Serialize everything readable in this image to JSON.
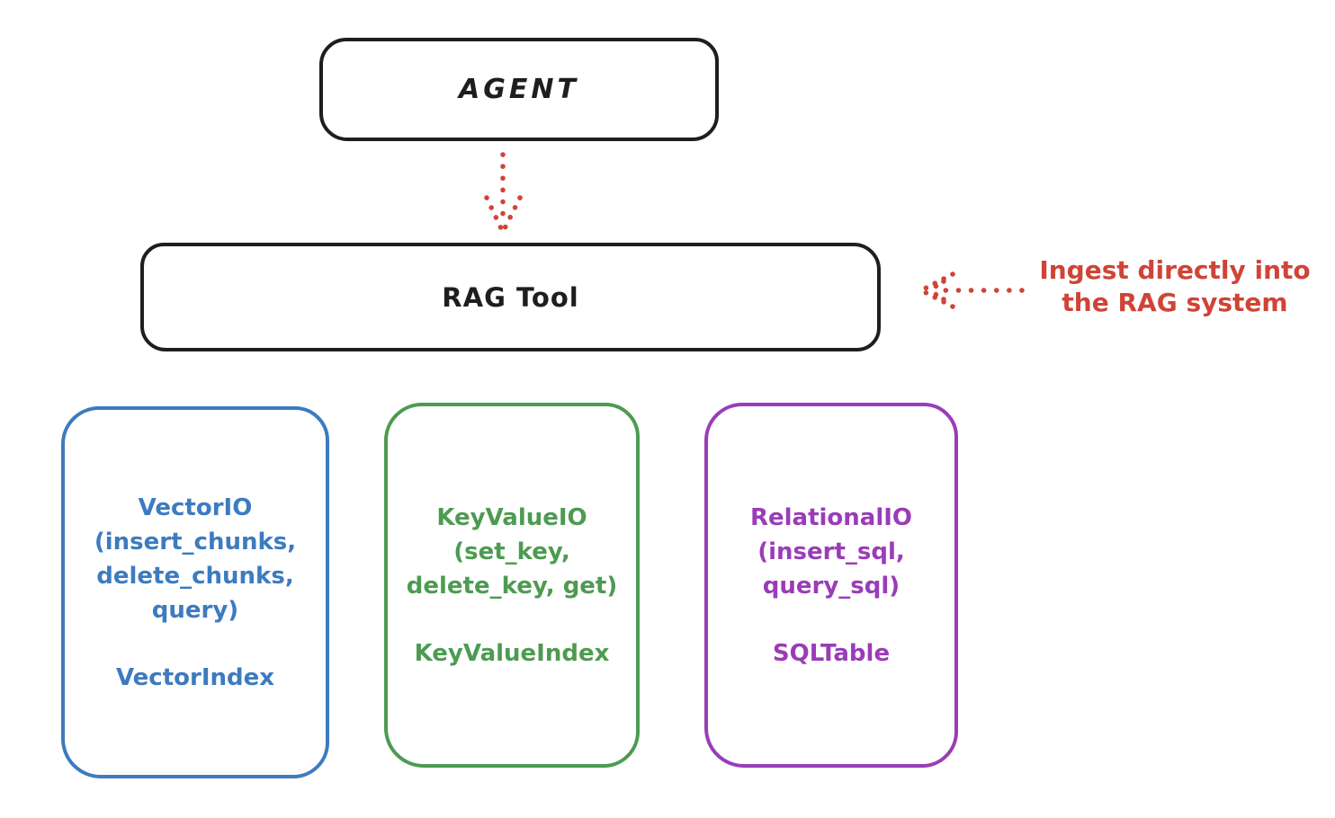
{
  "diagram": {
    "agent_box": {
      "label": "AGENT"
    },
    "rag_tool_box": {
      "label": "RAG Tool"
    },
    "ingest_annotation": {
      "line1": "Ingest directly into",
      "line2": "the RAG system"
    },
    "io_boxes": [
      {
        "name": "vector-io",
        "color": "#3d7bc0",
        "lines": [
          "VectorIO",
          "(insert_chunks,",
          "delete_chunks,",
          "query)"
        ],
        "index_label": "VectorIndex"
      },
      {
        "name": "keyvalue-io",
        "color": "#4d9b51",
        "lines": [
          "KeyValueIO",
          "(set_key,",
          "delete_key, get)"
        ],
        "index_label": "KeyValueIndex"
      },
      {
        "name": "relational-io",
        "color": "#9a3cb8",
        "lines": [
          "RelationalIO",
          "(insert_sql,",
          "query_sql)"
        ],
        "index_label": "SQLTable"
      }
    ],
    "colors": {
      "box_stroke": "#1e1e1e",
      "arrow_red": "#cf4437",
      "vector_blue": "#3d7bc0",
      "keyvalue_green": "#4d9b51",
      "relational_purple": "#9a3cb8"
    }
  }
}
